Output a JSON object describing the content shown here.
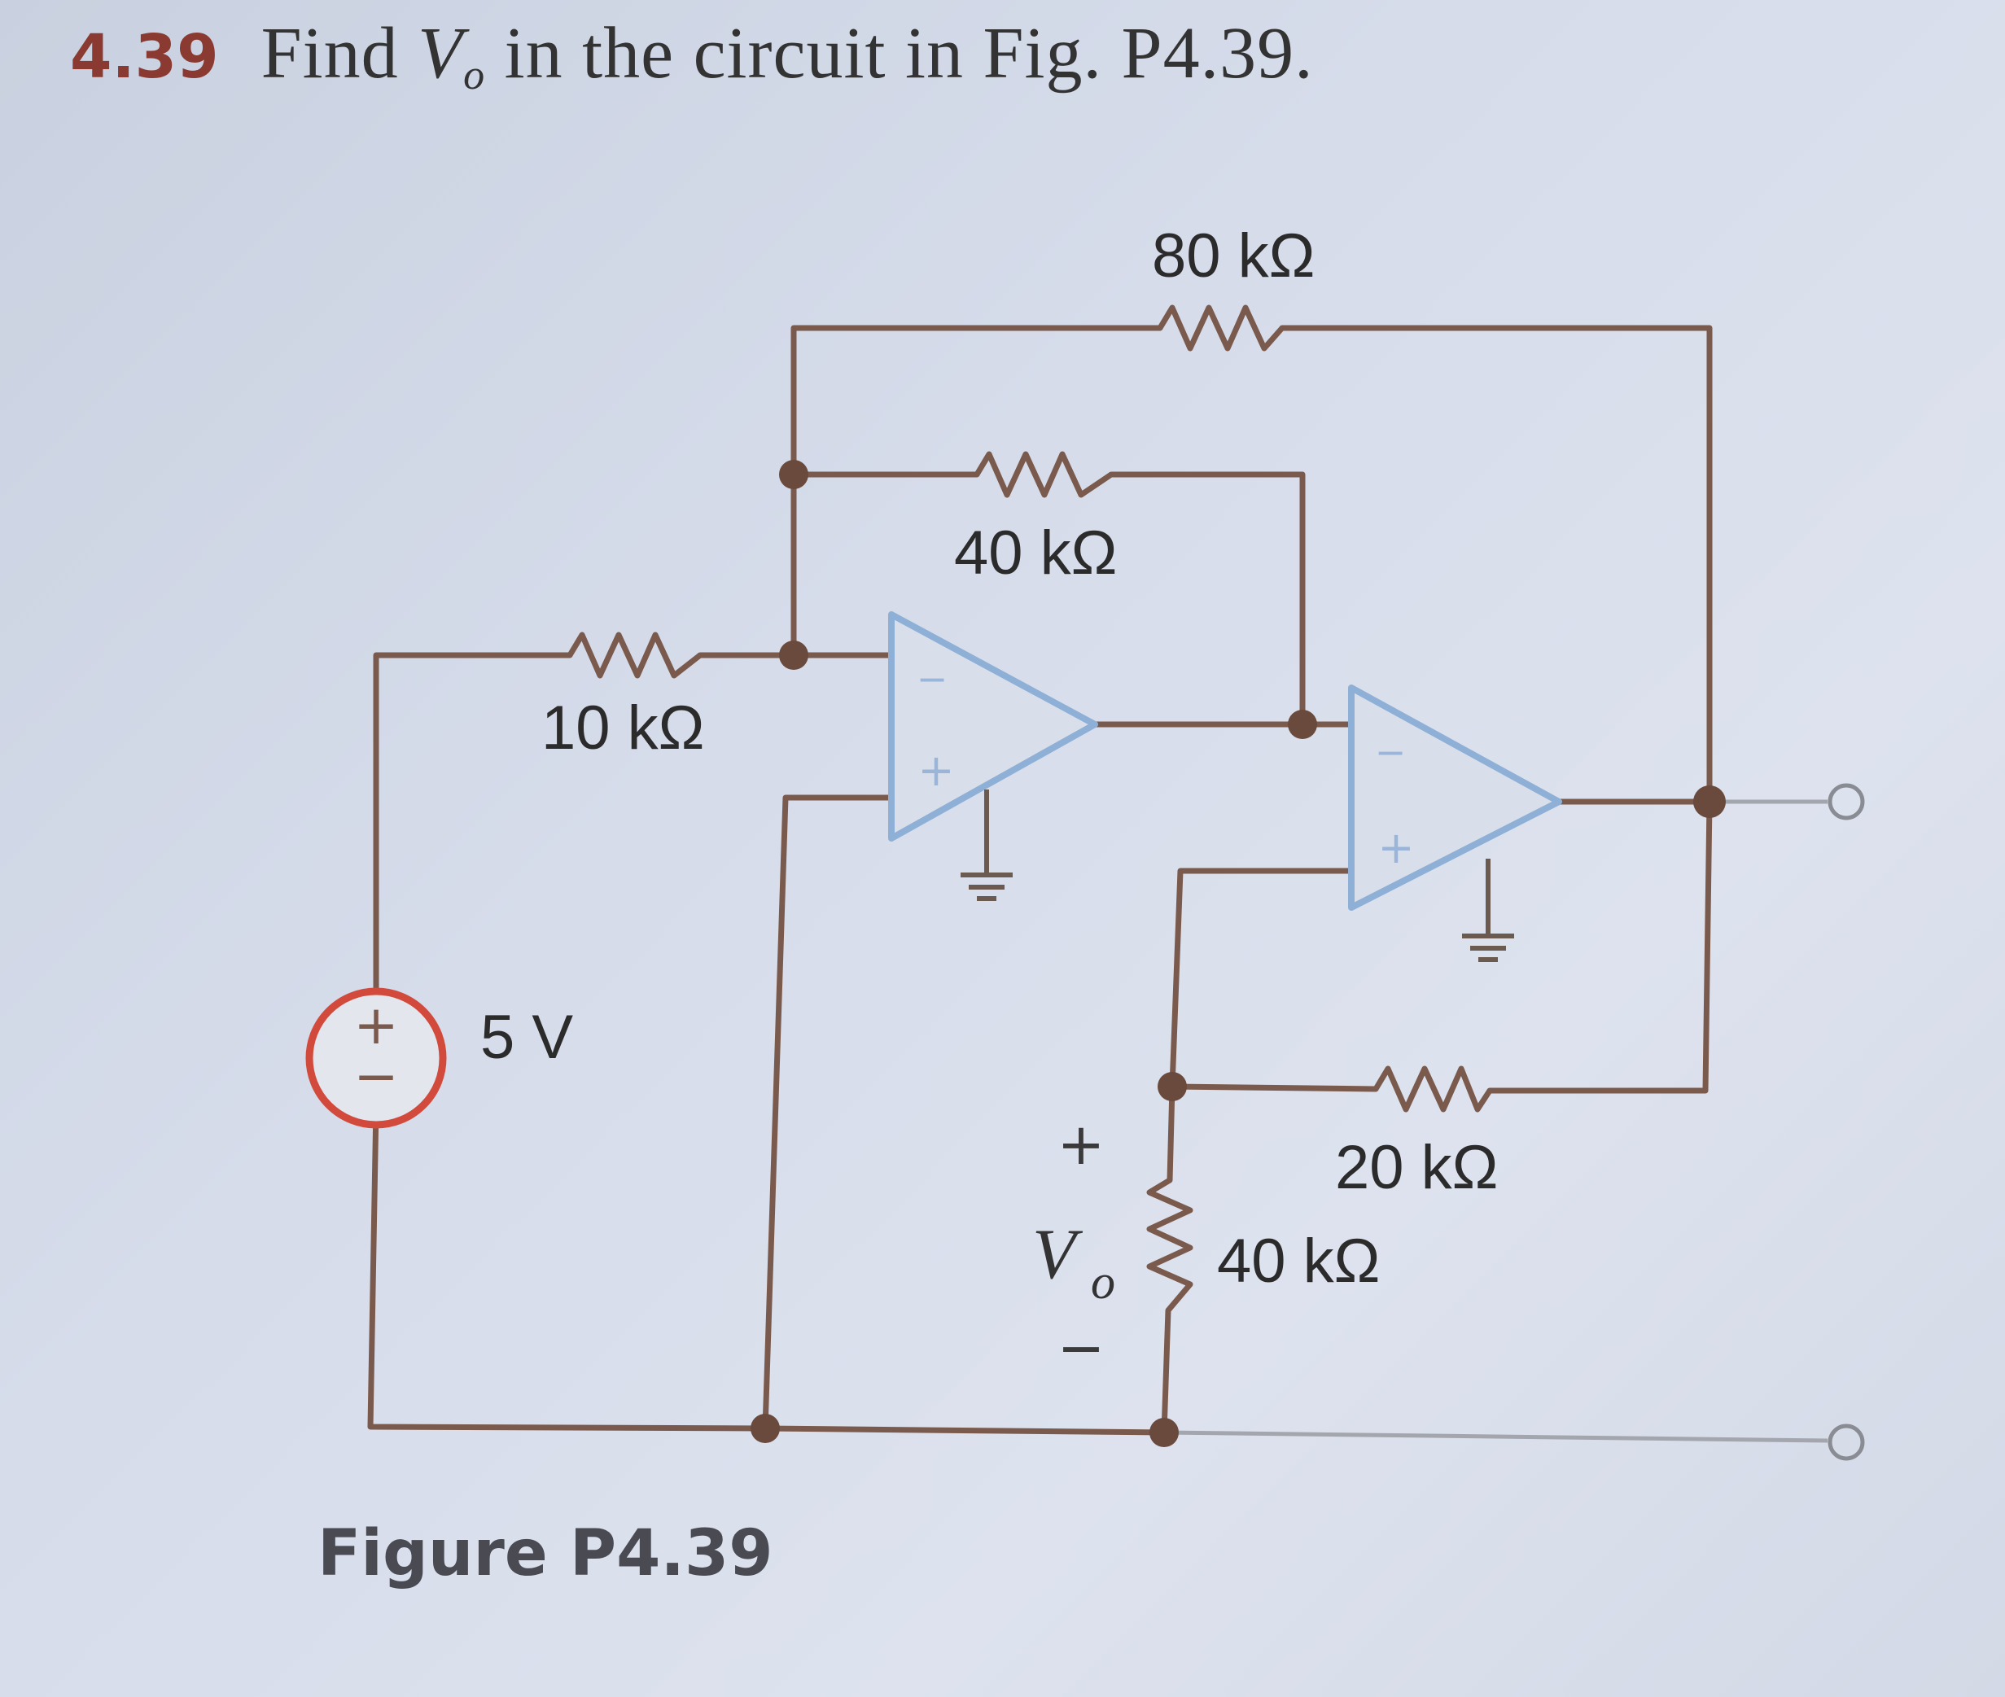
{
  "problem": {
    "number": "4.39",
    "text_before": "Find ",
    "variable": "V",
    "variable_sub": "o",
    "text_after": " in the circuit in Fig. P4.39."
  },
  "components": {
    "r_top": "80 kΩ",
    "r_feedback1": "40 kΩ",
    "r_input": "10 kΩ",
    "source": "5 V",
    "r_feedback2": "20 kΩ",
    "r_load": "40 kΩ"
  },
  "vo_label": {
    "plus": "+",
    "minus": "−",
    "letter": "V",
    "sub": "o"
  },
  "source_symbol": {
    "plus": "+",
    "minus": "−"
  },
  "opamp_pins": {
    "inverting": "−",
    "noninverting": "+"
  },
  "caption": "Figure P4.39",
  "colors": {
    "wire": "#7a5a4c",
    "opamp": "#8fb0d6",
    "source": "#d24a3c",
    "node": "#6a4a3c",
    "number": "#8a3a30"
  }
}
